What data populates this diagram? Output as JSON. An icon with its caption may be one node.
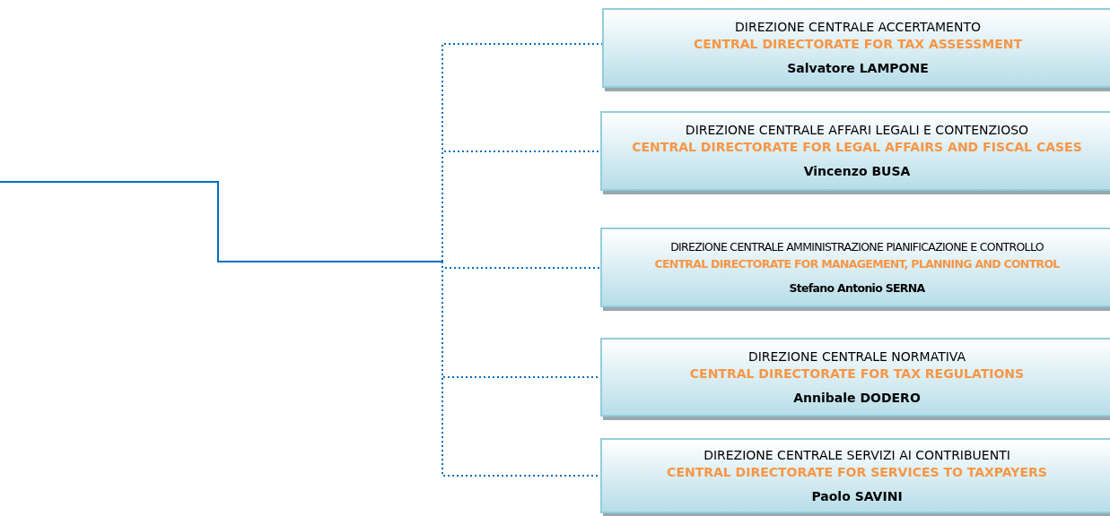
{
  "diagram": {
    "nodes": [
      {
        "text": [
          "DIREZIONE CENTRALE ACCERTAMENTO",
          "CENTRAL DIRECTORATE FOR TAX ASSESSMENT",
          "Salvatore LAMPONE"
        ]
      },
      {
        "text": [
          "DIREZIONE CENTRALE AFFARI LEGALI E CONTENZIOSO",
          "CENTRAL DIRECTORATE FOR LEGAL AFFAIRS AND FISCAL CASES",
          "Vincenzo BUSA"
        ]
      },
      {
        "text": [
          "DIREZIONE CENTRALE AMMINISTRAZIONE PIANIFICAZIONE E CONTROLLO",
          "CENTRAL DIRECTORATE FOR MANAGEMENT, PLANNING AND CONTROL",
          "Stefano Antonio SERNA"
        ]
      },
      {
        "text": [
          "DIREZIONE CENTRALE NORMATIVA",
          "CENTRAL DIRECTORATE FOR TAX REGULATIONS",
          "Annibale DODERO"
        ]
      },
      {
        "text": [
          "DIREZIONE CENTRALE SERVIZI AI CONTRIBUENTI",
          "CENTRAL DIRECTORATE FOR SERVICES TO TAXPAYERS",
          "Paolo SAVINI"
        ]
      }
    ],
    "edges": [
      {
        "from": null,
        "to": 0,
        "arrow": "none",
        "style": "dashed"
      },
      {
        "from": null,
        "to": 1,
        "arrow": "none",
        "style": "dashed"
      },
      {
        "from": null,
        "to": 2,
        "arrow": "none",
        "style": "dashed"
      },
      {
        "from": null,
        "to": 3,
        "arrow": "none",
        "style": "dashed"
      },
      {
        "from": null,
        "to": 4,
        "arrow": "none",
        "style": "dashed"
      }
    ]
  }
}
